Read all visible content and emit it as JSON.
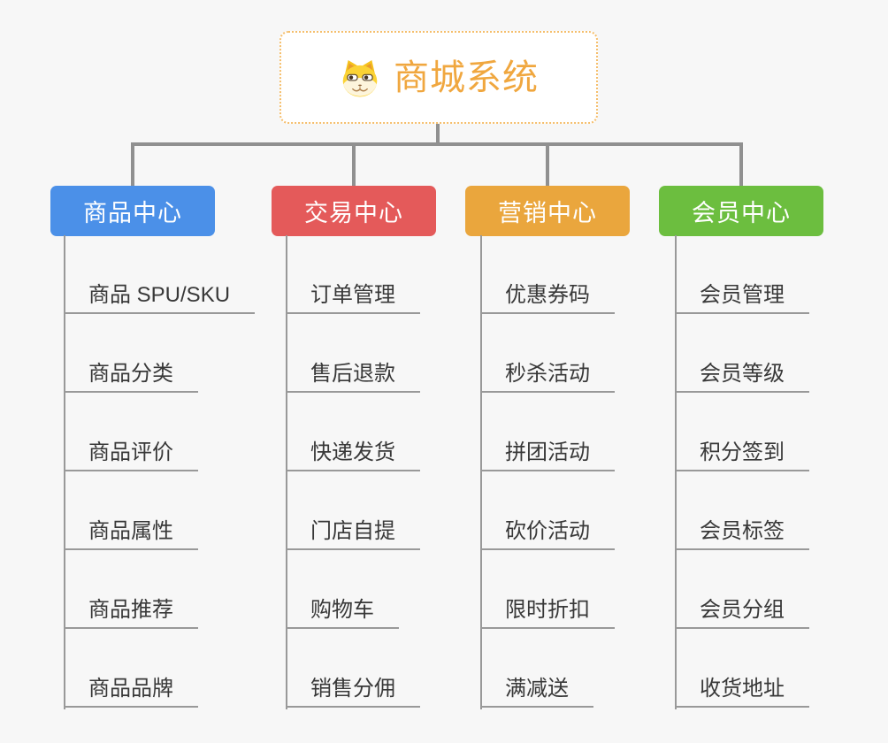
{
  "root": {
    "title": "商城系统"
  },
  "branches": [
    {
      "id": "product-center",
      "label": "商品中心",
      "color": "#4b90e8",
      "children": [
        "商品 SPU/SKU",
        "商品分类",
        "商品评价",
        "商品属性",
        "商品推荐",
        "商品品牌"
      ]
    },
    {
      "id": "trade-center",
      "label": "交易中心",
      "color": "#e45a5a",
      "children": [
        "订单管理",
        "售后退款",
        "快递发货",
        "门店自提",
        "购物车",
        "销售分佣"
      ]
    },
    {
      "id": "marketing-center",
      "label": "营销中心",
      "color": "#eaa63d",
      "children": [
        "优惠券码",
        "秒杀活动",
        "拼团活动",
        "砍价活动",
        "限时折扣",
        "满减送"
      ]
    },
    {
      "id": "member-center",
      "label": "会员中心",
      "color": "#6cbe3f",
      "children": [
        "会员管理",
        "会员等级",
        "积分签到",
        "会员标签",
        "会员分组",
        "收货地址"
      ]
    }
  ],
  "colors": {
    "background": "#f7f7f7",
    "root_text": "#f0a73f",
    "root_border": "#f5be6b",
    "connector": "#909090",
    "leaf_line": "#999999",
    "leaf_text": "#383838"
  },
  "icons": {
    "root_icon": "shiba-dog-icon"
  }
}
